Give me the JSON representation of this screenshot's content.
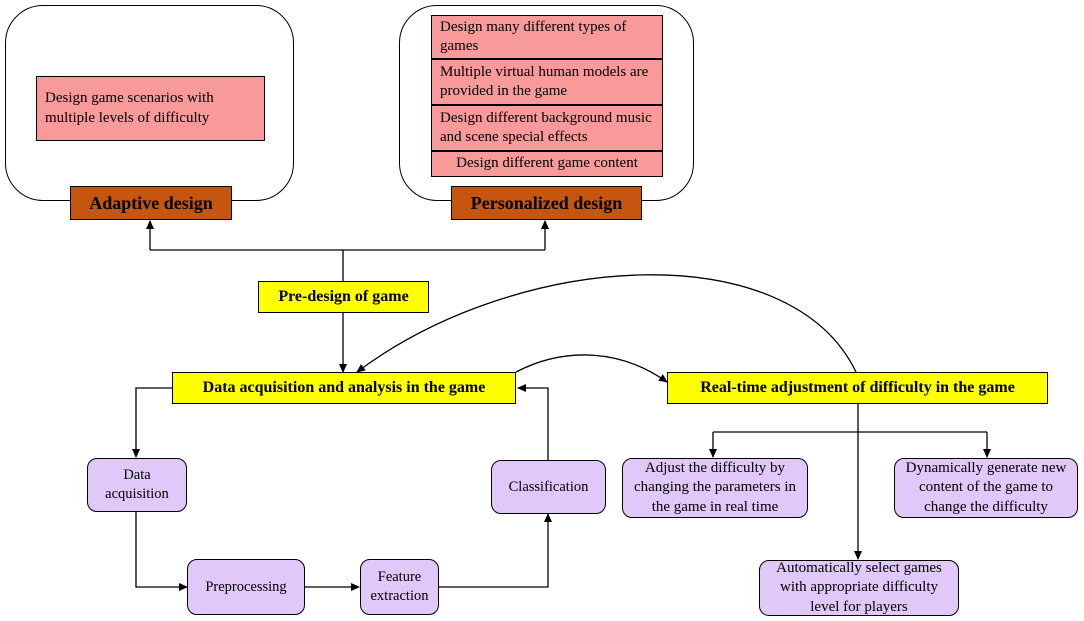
{
  "title": "",
  "adaptive": {
    "label": "Adaptive design",
    "items": [
      "Design game scenarios with multiple levels of difficulty"
    ]
  },
  "personalized": {
    "label": "Personalized design",
    "items": [
      "Design many different types of games",
      "Multiple virtual human models are provided in the game",
      "Design different background music and scene special effects",
      "Design different game content"
    ]
  },
  "predesign": "Pre-design of game",
  "acquisition": {
    "label": "Data acquisition and analysis in the game",
    "steps": {
      "data_acquisition": "Data acquisition",
      "preprocessing": "Preprocessing",
      "feature_extraction": "Feature extraction",
      "classification": "Classification"
    }
  },
  "realtime": {
    "label": "Real-time adjustment of difficulty in the game",
    "options": {
      "adjust_parameters": "Adjust the difficulty by changing the parameters in the game in real time",
      "auto_select": "Automatically select games with appropriate difficulty level for players",
      "generate_content": "Dynamically generate new content of the game to change the difficulty"
    }
  },
  "colors": {
    "pink_box": "#f89a9a",
    "orange_label": "#c5550f",
    "yellow_box": "#ffff00",
    "lilac_box": "#e0c8f8",
    "line": "#000000"
  }
}
